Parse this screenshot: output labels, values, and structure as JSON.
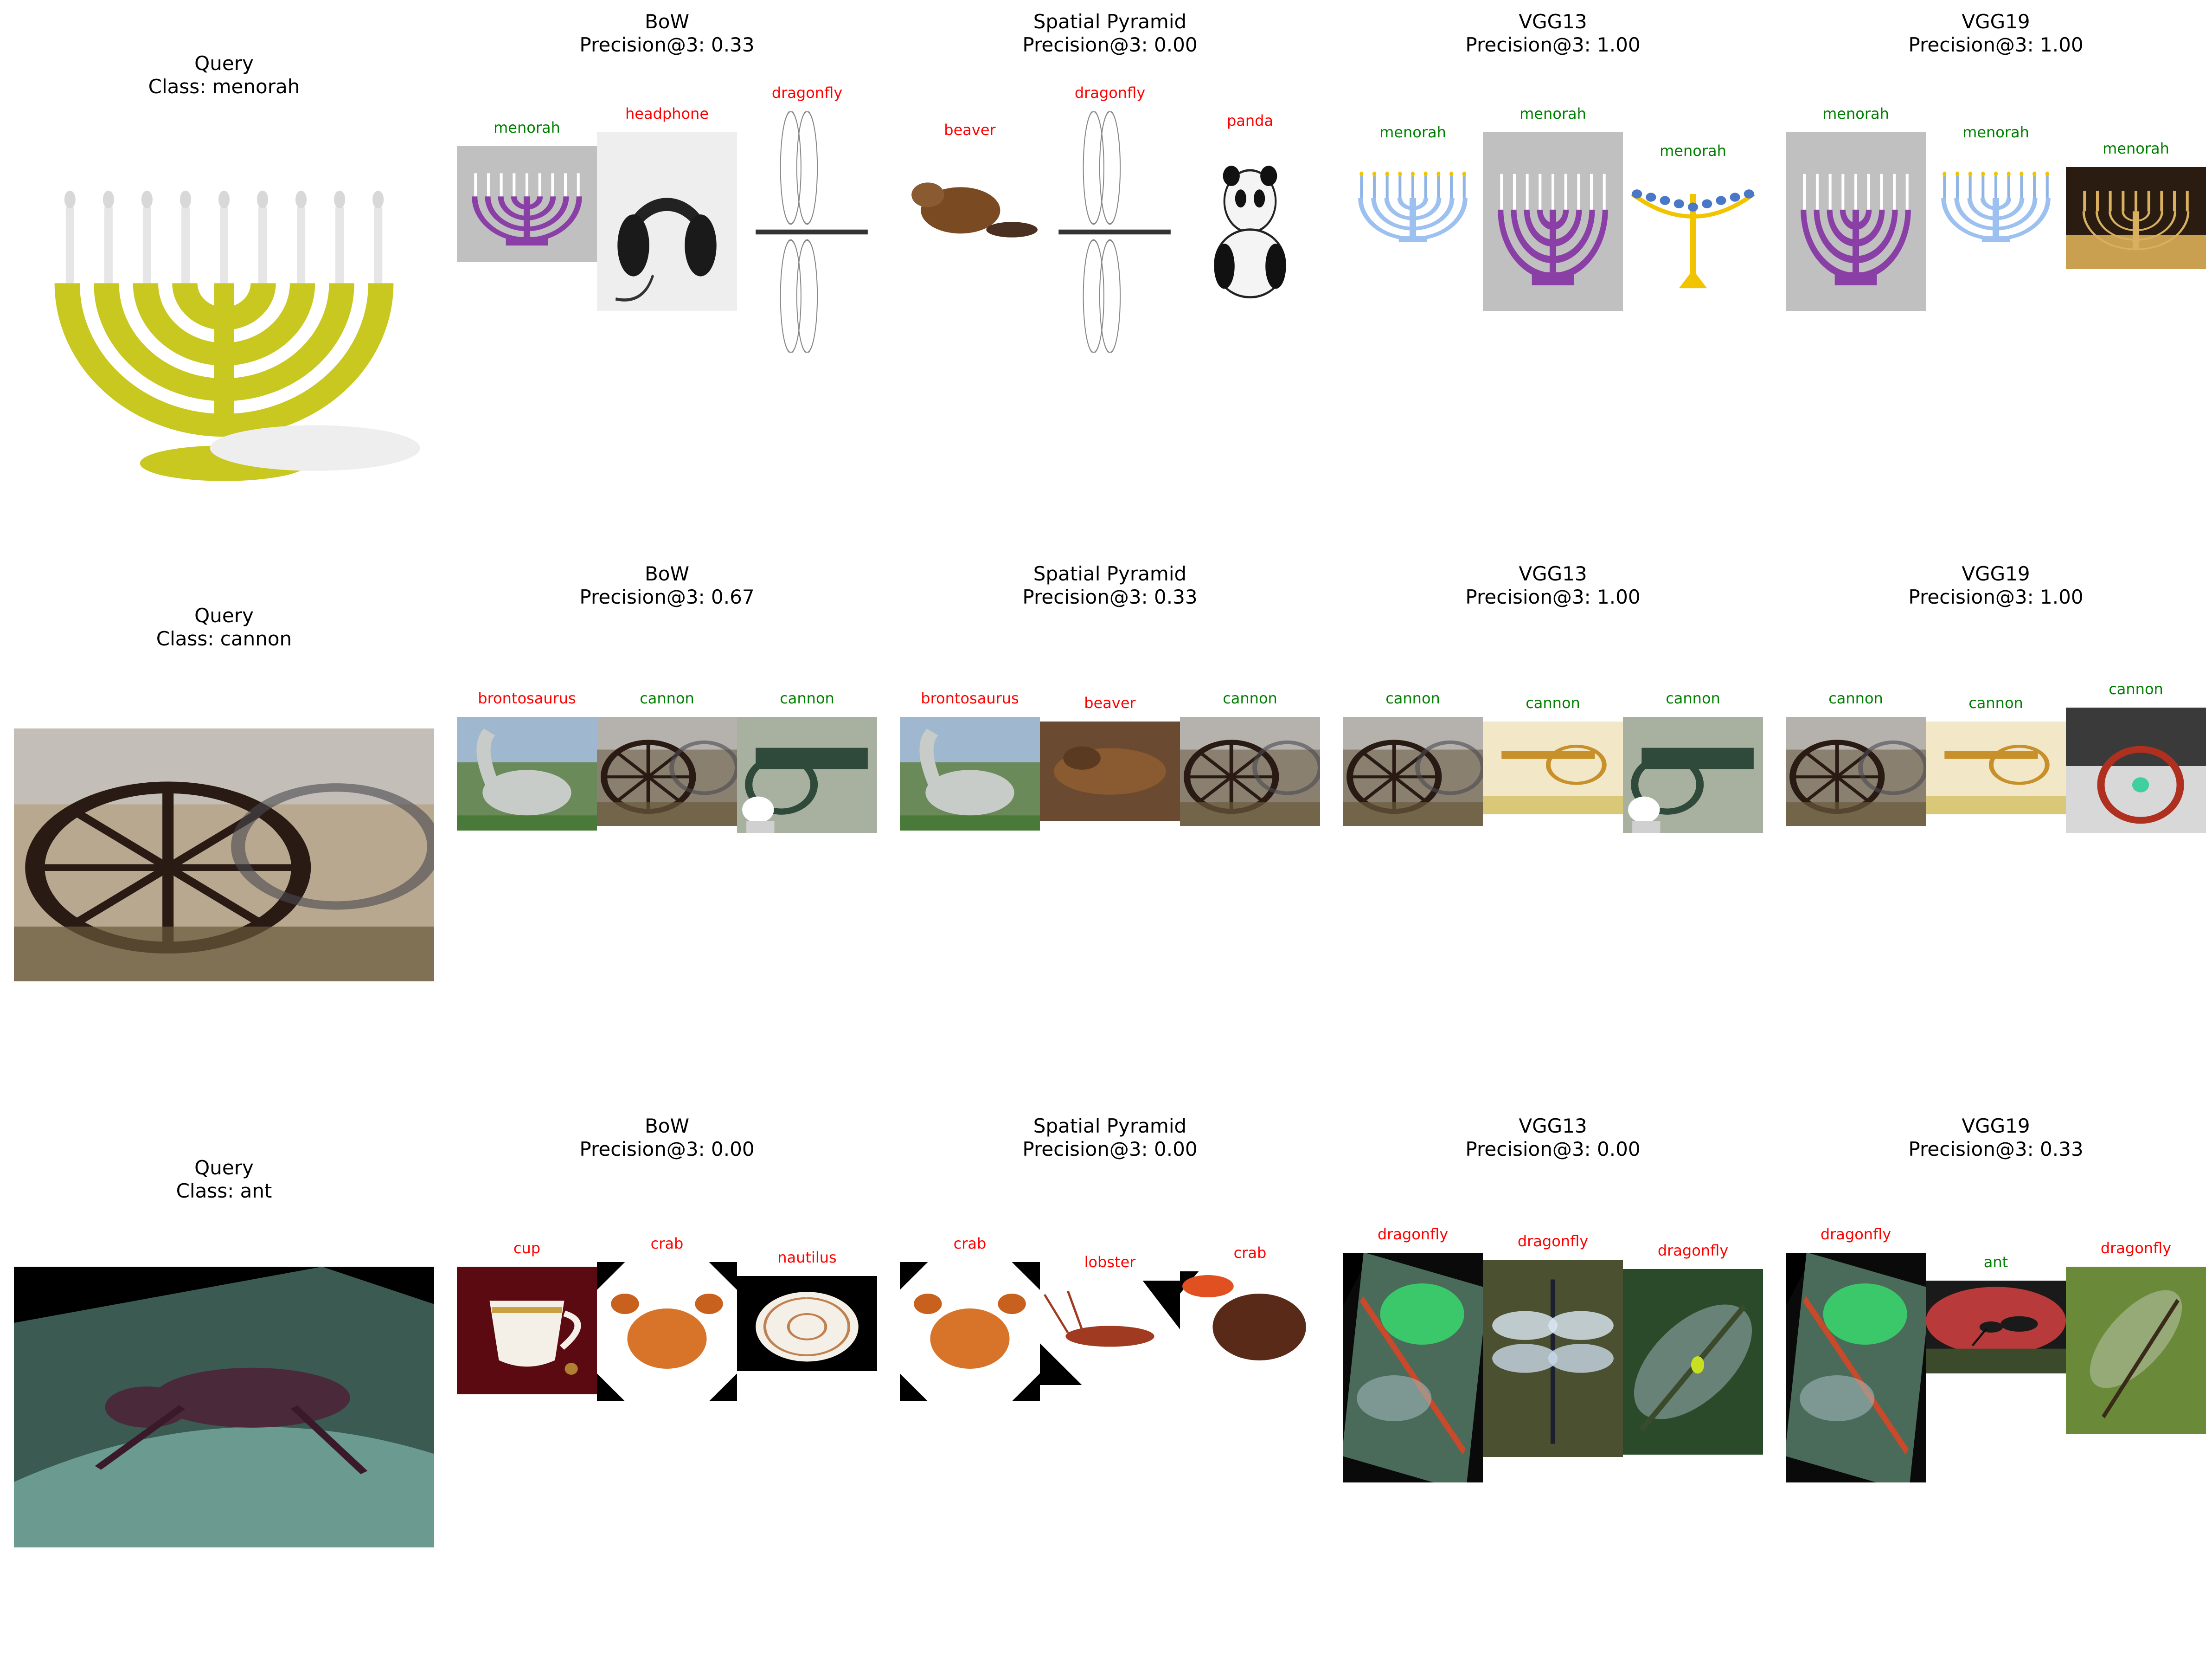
{
  "colors": {
    "correct": "#008000",
    "incorrect": "#ff0000",
    "text": "#000000"
  },
  "rows": [
    {
      "query_title": "Query",
      "query_class": "Class: menorah",
      "methods": [
        {
          "name": "BoW",
          "precision": "Precision@3: 0.33",
          "results": [
            {
              "label": "menorah",
              "correct": true
            },
            {
              "label": "headphone",
              "correct": false
            },
            {
              "label": "dragonfly",
              "correct": false
            }
          ]
        },
        {
          "name": "Spatial Pyramid",
          "precision": "Precision@3: 0.00",
          "results": [
            {
              "label": "beaver",
              "correct": false
            },
            {
              "label": "dragonfly",
              "correct": false
            },
            {
              "label": "panda",
              "correct": false
            }
          ]
        },
        {
          "name": "VGG13",
          "precision": "Precision@3: 1.00",
          "results": [
            {
              "label": "menorah",
              "correct": true
            },
            {
              "label": "menorah",
              "correct": true
            },
            {
              "label": "menorah",
              "correct": true
            }
          ]
        },
        {
          "name": "VGG19",
          "precision": "Precision@3: 1.00",
          "results": [
            {
              "label": "menorah",
              "correct": true
            },
            {
              "label": "menorah",
              "correct": true
            },
            {
              "label": "menorah",
              "correct": true
            }
          ]
        }
      ]
    },
    {
      "query_title": "Query",
      "query_class": "Class: cannon",
      "methods": [
        {
          "name": "BoW",
          "precision": "Precision@3: 0.67",
          "results": [
            {
              "label": "brontosaurus",
              "correct": false
            },
            {
              "label": "cannon",
              "correct": true
            },
            {
              "label": "cannon",
              "correct": true
            }
          ]
        },
        {
          "name": "Spatial Pyramid",
          "precision": "Precision@3: 0.33",
          "results": [
            {
              "label": "brontosaurus",
              "correct": false
            },
            {
              "label": "beaver",
              "correct": false
            },
            {
              "label": "cannon",
              "correct": true
            }
          ]
        },
        {
          "name": "VGG13",
          "precision": "Precision@3: 1.00",
          "results": [
            {
              "label": "cannon",
              "correct": true
            },
            {
              "label": "cannon",
              "correct": true
            },
            {
              "label": "cannon",
              "correct": true
            }
          ]
        },
        {
          "name": "VGG19",
          "precision": "Precision@3: 1.00",
          "results": [
            {
              "label": "cannon",
              "correct": true
            },
            {
              "label": "cannon",
              "correct": true
            },
            {
              "label": "cannon",
              "correct": true
            }
          ]
        }
      ]
    },
    {
      "query_title": "Query",
      "query_class": "Class: ant",
      "methods": [
        {
          "name": "BoW",
          "precision": "Precision@3: 0.00",
          "results": [
            {
              "label": "cup",
              "correct": false
            },
            {
              "label": "crab",
              "correct": false
            },
            {
              "label": "nautilus",
              "correct": false
            }
          ]
        },
        {
          "name": "Spatial Pyramid",
          "precision": "Precision@3: 0.00",
          "results": [
            {
              "label": "crab",
              "correct": false
            },
            {
              "label": "lobster",
              "correct": false
            },
            {
              "label": "crab",
              "correct": false
            }
          ]
        },
        {
          "name": "VGG13",
          "precision": "Precision@3: 0.00",
          "results": [
            {
              "label": "dragonfly",
              "correct": false
            },
            {
              "label": "dragonfly",
              "correct": false
            },
            {
              "label": "dragonfly",
              "correct": false
            }
          ]
        },
        {
          "name": "VGG19",
          "precision": "Precision@3: 0.33",
          "results": [
            {
              "label": "dragonfly",
              "correct": false
            },
            {
              "label": "ant",
              "correct": true
            },
            {
              "label": "dragonfly",
              "correct": false
            }
          ]
        }
      ]
    }
  ]
}
